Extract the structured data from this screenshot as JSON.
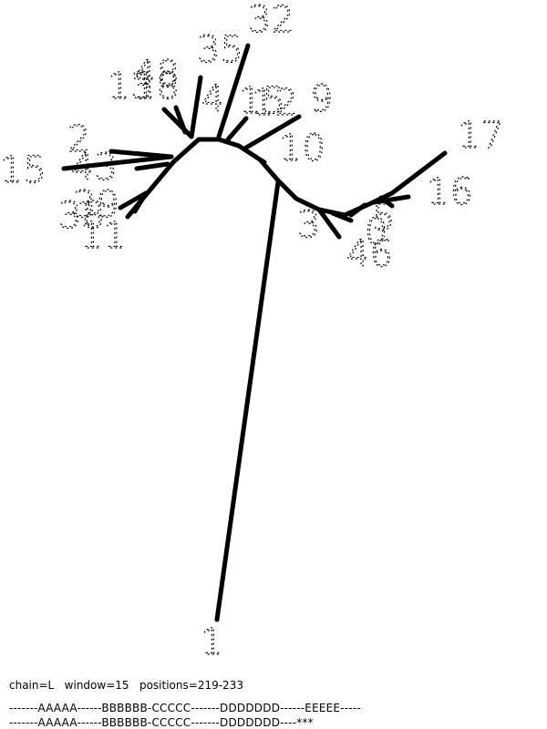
{
  "caption": "chain=L   window=15   positions=219-233",
  "sequence_lines": [
    "-------AAAAA------BBBBBB-CCCCC-------DDDDDDD------EEEEE-----",
    "-------AAAAA------BBBBBB-CCCCC-------DDDDDDD----***"
  ],
  "tree_labels": [
    {
      "id": "l32",
      "text": "32"
    },
    {
      "id": "l35",
      "text": "35"
    },
    {
      "id": "l48",
      "text": "48"
    },
    {
      "id": "l18",
      "text": "18"
    },
    {
      "id": "l13",
      "text": "13"
    },
    {
      "id": "l4",
      "text": "4"
    },
    {
      "id": "l12",
      "text": "12"
    },
    {
      "id": "l15top",
      "text": "15"
    },
    {
      "id": "l9",
      "text": "9"
    },
    {
      "id": "l17",
      "text": "17"
    },
    {
      "id": "l2",
      "text": "2"
    },
    {
      "id": "l10",
      "text": "10"
    },
    {
      "id": "l15left",
      "text": "15"
    },
    {
      "id": "l43",
      "text": "43"
    },
    {
      "id": "l16",
      "text": "16"
    },
    {
      "id": "l39",
      "text": "39"
    },
    {
      "id": "l38",
      "text": "38"
    },
    {
      "id": "l11",
      "text": "11"
    },
    {
      "id": "l3",
      "text": "3"
    },
    {
      "id": "l5",
      "text": "5"
    },
    {
      "id": "l0",
      "text": "0"
    },
    {
      "id": "l46",
      "text": "46"
    },
    {
      "id": "l1",
      "text": "1"
    }
  ]
}
